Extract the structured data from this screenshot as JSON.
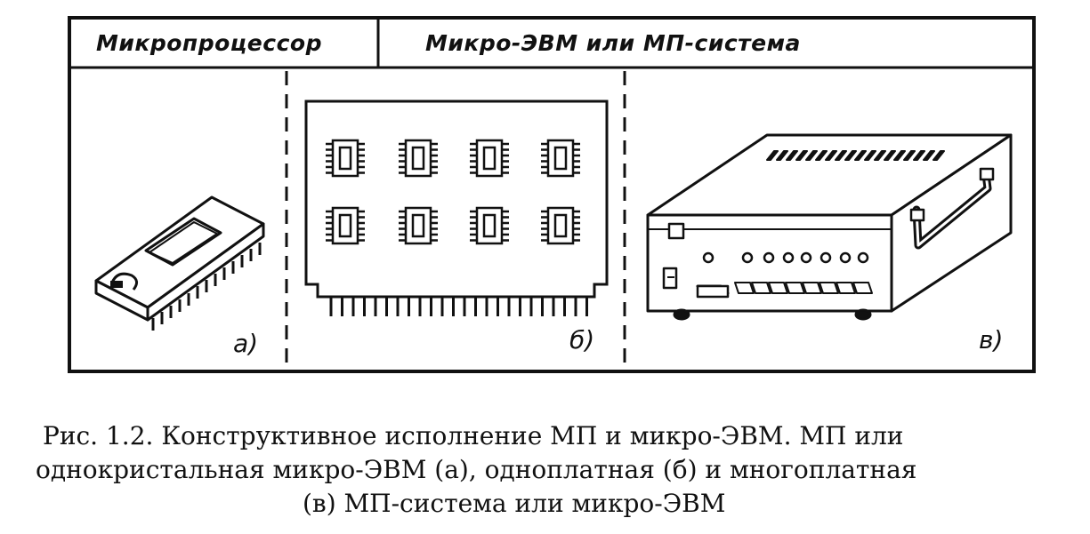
{
  "header": {
    "left_title": "Микропроцессор",
    "right_title": "Микро-ЭВМ или МП-система"
  },
  "panels": [
    {
      "label": "а)"
    },
    {
      "label": "б)"
    },
    {
      "label": "в)"
    }
  ],
  "caption": {
    "line1": "Рис. 1.2. Конструктивное исполнение МП и микро-ЭВМ.  МП или",
    "line2": "однокристальная микро-ЭВМ (а), одноплатная (б) и многоплатная",
    "line3": "(в) МП-система или микро-ЭВМ"
  }
}
